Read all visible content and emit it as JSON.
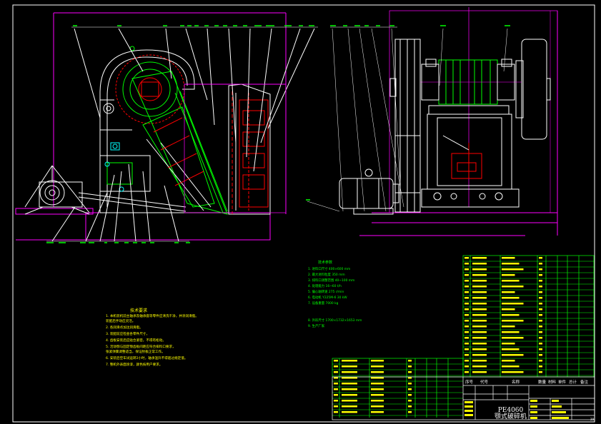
{
  "drawing": {
    "title_line1": "PE4060",
    "title_line2": "颚式破碎机",
    "page_number": "29"
  },
  "notes": {
    "title": "技术要求",
    "items": [
      "1. 本机装机前主轴承及轴承座等零件应清洗干净，并涂润滑脂。",
      "   装配后手动应灵活。",
      "2. 各润滑点加注润滑脂。",
      "3. 装配前应检查各零件尺寸，",
      "4. 齿板安装后应贴合紧密，不得有松动。",
      "5. 活动颚与固定颚齿板间距应符合排料口要求，",
      "   张紧弹簧调整适当，保证肘板正常工作。",
      "6. 安装后空车试运转2小时，轴承温升不得超过规定值。",
      "7. 整机外表面涂漆，颜色按用户要求。"
    ]
  },
  "params": {
    "title": "技术参数",
    "rows": [
      "1. 进料口尺寸 400×600 mm",
      "2. 最大进料粒度 350 mm",
      "3. 排料口调整范围 40~100 mm",
      "4. 处理能力 16~60 t/h",
      "5. 偏心轴转速 275 r/min",
      "6. 电动机 Y225M-6 30 kW",
      "7. 设备重量 7000 kg",
      "",
      "",
      "8. 外形尺寸 1700×1732×1653 mm",
      "9. 生产厂家"
    ]
  },
  "title_block": {
    "headers": [
      "序号",
      "代号",
      "名称",
      "数量",
      "材料",
      "单件",
      "总计",
      "备注"
    ]
  }
}
